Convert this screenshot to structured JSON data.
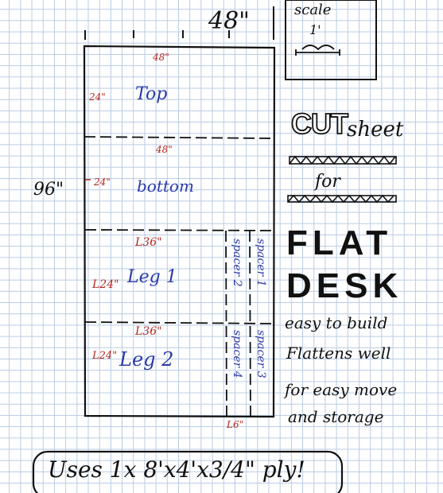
{
  "header": {
    "width_label": "48\""
  },
  "scale_box": {
    "title": "scale",
    "unit": "1'"
  },
  "sheet": {
    "height_label": "96\"",
    "pieces": [
      {
        "name": "Top",
        "width": "48\"",
        "height": "24\""
      },
      {
        "name": "bottom",
        "width": "48\"",
        "height": "24\""
      },
      {
        "name": "Leg 1",
        "width": "L36\"",
        "height": "L24\""
      },
      {
        "name": "Leg 2",
        "width": "L36\"",
        "height": "L24\""
      }
    ],
    "spacers": [
      {
        "label": "spacer 2"
      },
      {
        "label": "spacer 1"
      },
      {
        "label": "spacer 4"
      },
      {
        "label": "spacer 3"
      }
    ],
    "spacer_width": "L6\""
  },
  "title_block": {
    "cut": "CUT",
    "sheet": "sheet",
    "for": "for",
    "line1": "FLAT",
    "line2": "DESK",
    "notes": [
      "easy to build",
      "Flattens well",
      "for easy move",
      "and storage"
    ]
  },
  "footer": {
    "text": "Uses 1x 8'x4'x3/4\" ply!"
  },
  "colors": {
    "ink": "#111111",
    "red": "#b3261e",
    "blue": "#2b3aa8",
    "grid": "#b9cbe4"
  }
}
